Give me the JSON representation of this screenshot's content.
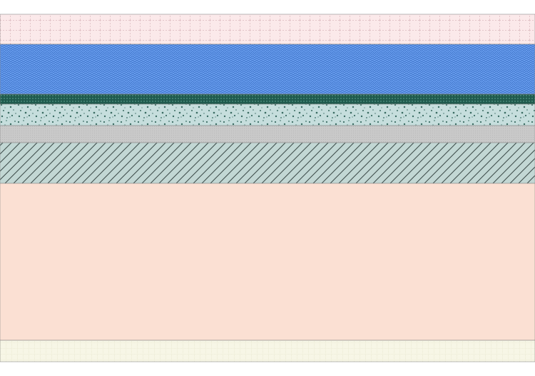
{
  "diagram": {
    "kind": "layered cross-section",
    "layers": [
      {
        "id": "grid-layer",
        "fill": "#fbe9ea",
        "pattern": "dashed-grid",
        "pattern_color": "#e3c5c9"
      },
      {
        "id": "brick-layer",
        "fill": "#6a9ff0",
        "pattern": "knit",
        "pattern_color": "#3a6fc4"
      },
      {
        "id": "dark-green-layer",
        "fill": "#1f5a4d",
        "pattern": "dots",
        "pattern_color": "#6fb3a0"
      },
      {
        "id": "speckled-layer",
        "fill": "#c6dedd",
        "pattern": "speckle",
        "pattern_color": "#3a6b62"
      },
      {
        "id": "gray-layer",
        "fill": "#c9c9c9",
        "pattern": "fine-texture",
        "pattern_color": "#b9b9b9"
      },
      {
        "id": "hatched-layer",
        "fill": "#c2d7d4",
        "pattern": "diagonal-hatch",
        "pattern_color": "#3b4a48"
      },
      {
        "id": "peach-layer",
        "fill": "#fbe0d3",
        "pattern": "none",
        "pattern_color": "#fbe0d3"
      },
      {
        "id": "cream-layer",
        "fill": "#f7f6e6",
        "pattern": "light-grid",
        "pattern_color": "#e4e2c8"
      }
    ]
  }
}
